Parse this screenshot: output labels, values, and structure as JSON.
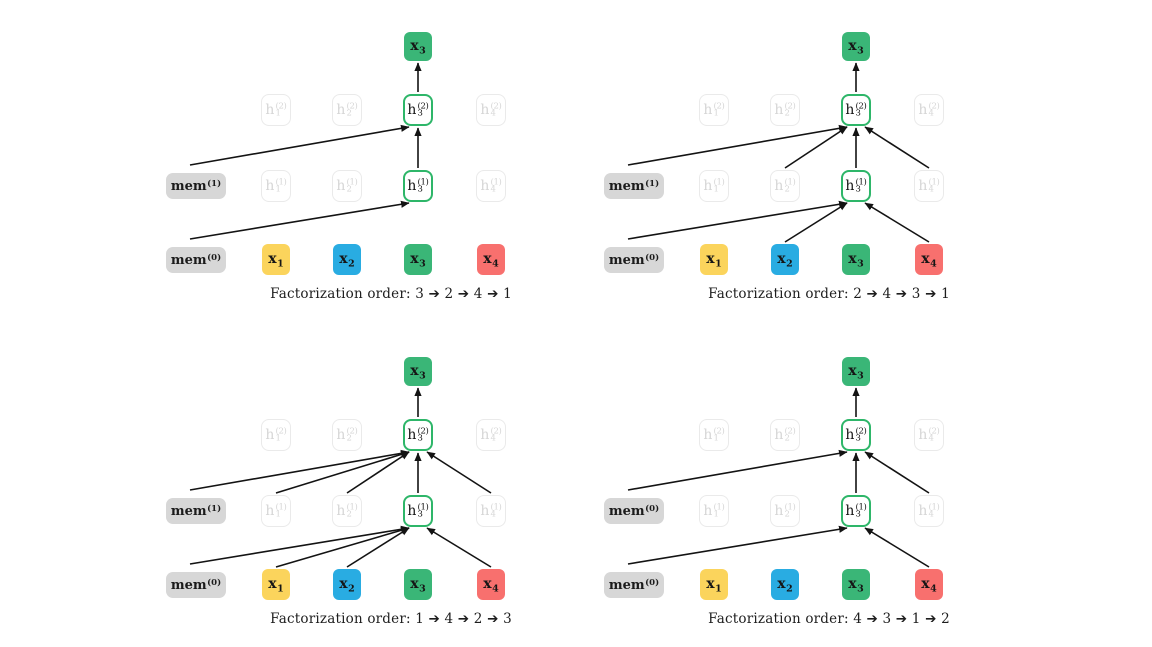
{
  "colors": {
    "c-yellow": "#FBD45C",
    "c-blue": "#29ACE2",
    "c-green": "#3AB677",
    "c-red": "#F8706E",
    "c-green-border": "#2EB669",
    "c-gray": "#D7D7D7",
    "c-faded-border": "#EAEAEA",
    "c-faded-text": "#D6D6D6",
    "c-arrow": "#131313"
  },
  "shared": {
    "top_token": {
      "base": "x",
      "sub": "3"
    },
    "h2_row": [
      {
        "base": "h",
        "sub": "1",
        "sup": "(2)"
      },
      {
        "base": "h",
        "sub": "2",
        "sup": "(2)"
      },
      {
        "base": "h",
        "sub": "3",
        "sup": "(2)"
      },
      {
        "base": "h",
        "sub": "4",
        "sup": "(2)"
      }
    ],
    "h1_row": [
      {
        "base": "h",
        "sub": "1",
        "sup": "(1)"
      },
      {
        "base": "h",
        "sub": "2",
        "sup": "(1)"
      },
      {
        "base": "h",
        "sub": "3",
        "sup": "(1)"
      },
      {
        "base": "h",
        "sub": "4",
        "sup": "(1)"
      }
    ],
    "x_row": [
      {
        "base": "x",
        "sub": "1"
      },
      {
        "base": "x",
        "sub": "2"
      },
      {
        "base": "x",
        "sub": "3"
      },
      {
        "base": "x",
        "sub": "4"
      }
    ]
  },
  "panels": [
    {
      "caption": "Factorization order: 3 ➔ 2 ➔ 4 ➔ 1",
      "mem_mid": {
        "base": "mem",
        "sup": "(1)"
      },
      "mem_bottom": {
        "base": "mem",
        "sup": "(0)"
      },
      "connections": [
        {
          "from": "h3_2",
          "to": "x3top"
        },
        {
          "from": "mem1",
          "to": "h3_2"
        },
        {
          "from": "h3_1",
          "to": "h3_2"
        },
        {
          "from": "mem0",
          "to": "h3_1"
        }
      ]
    },
    {
      "caption": "Factorization order: 2 ➔ 4 ➔ 3 ➔ 1",
      "mem_mid": {
        "base": "mem",
        "sup": "(1)"
      },
      "mem_bottom": {
        "base": "mem",
        "sup": "(0)"
      },
      "connections": [
        {
          "from": "h3_2",
          "to": "x3top"
        },
        {
          "from": "mem1",
          "to": "h3_2"
        },
        {
          "from": "h2_1",
          "to": "h3_2"
        },
        {
          "from": "h3_1",
          "to": "h3_2"
        },
        {
          "from": "h4_1",
          "to": "h3_2"
        },
        {
          "from": "mem0",
          "to": "h3_1"
        },
        {
          "from": "x2",
          "to": "h3_1"
        },
        {
          "from": "x4",
          "to": "h3_1"
        }
      ]
    },
    {
      "caption": "Factorization order: 1 ➔ 4 ➔ 2 ➔ 3",
      "mem_mid": {
        "base": "mem",
        "sup": "(1)"
      },
      "mem_bottom": {
        "base": "mem",
        "sup": "(0)"
      },
      "connections": [
        {
          "from": "h3_2",
          "to": "x3top"
        },
        {
          "from": "mem1",
          "to": "h3_2"
        },
        {
          "from": "h1_1",
          "to": "h3_2"
        },
        {
          "from": "h2_1",
          "to": "h3_2"
        },
        {
          "from": "h3_1",
          "to": "h3_2"
        },
        {
          "from": "h4_1",
          "to": "h3_2"
        },
        {
          "from": "mem0",
          "to": "h3_1"
        },
        {
          "from": "x1",
          "to": "h3_1"
        },
        {
          "from": "x2",
          "to": "h3_1"
        },
        {
          "from": "x4",
          "to": "h3_1"
        }
      ]
    },
    {
      "caption": "Factorization order: 4 ➔ 3 ➔ 1 ➔ 2",
      "mem_mid": {
        "base": "mem",
        "sup": "(0)"
      },
      "mem_bottom": {
        "base": "mem",
        "sup": "(0)"
      },
      "connections": [
        {
          "from": "h3_2",
          "to": "x3top"
        },
        {
          "from": "mem1",
          "to": "h3_2"
        },
        {
          "from": "h3_1",
          "to": "h3_2"
        },
        {
          "from": "h4_1",
          "to": "h3_2"
        },
        {
          "from": "mem0",
          "to": "h3_1"
        },
        {
          "from": "x4",
          "to": "h3_1"
        }
      ]
    }
  ]
}
